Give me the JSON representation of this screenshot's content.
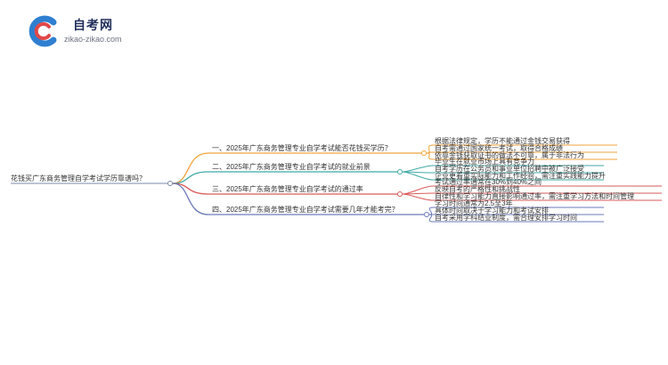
{
  "logo": {
    "title": "自考网",
    "url": "zikao-zikao.com"
  },
  "mindmap": {
    "root": "花钱买广东商务管理自学考试学历靠谱吗？",
    "branches": [
      {
        "label": "一、2025年广东商务管理专业自学考试能否花钱买学历？",
        "color": "#f0a33c",
        "leaves": [
          "根据法律规定，学历不能通过金钱交易获得",
          "自考需通过国家统一考试，取得合格成绩",
          "依靠金钱获取证书的做法不可靠，属于非法行为"
        ]
      },
      {
        "label": "二、2025年广东商务管理专业自学考试的就业前景",
        "color": "#3fa9a5",
        "leaves": [
          "毕业生在就业市场上具有竞争力",
          "自考学历在公务员和事业单位招聘中被广泛接受",
          "企业更看重实际能力和工作经验，需注重实践能力提升"
        ]
      },
      {
        "label": "三、2025年广东商务管理专业自学考试的通过率",
        "color": "#d95a5a",
        "leaves": [
          "考试通过率通常在30%到40%之间",
          "反映自考的严格性和挑战性",
          "自律性和学习能力直接影响通过率，需注重学习方法和时间管理"
        ]
      },
      {
        "label": "四、2025年广东商务管理专业自学考试需要几年才能考完？",
        "color": "#6a7ab8",
        "leaves": [
          "学习时间通常为2.5至3年",
          "具体时间取决于学习能力和考试安排",
          "自考采用学科结业制度，需合理安排学习时间"
        ]
      }
    ]
  }
}
